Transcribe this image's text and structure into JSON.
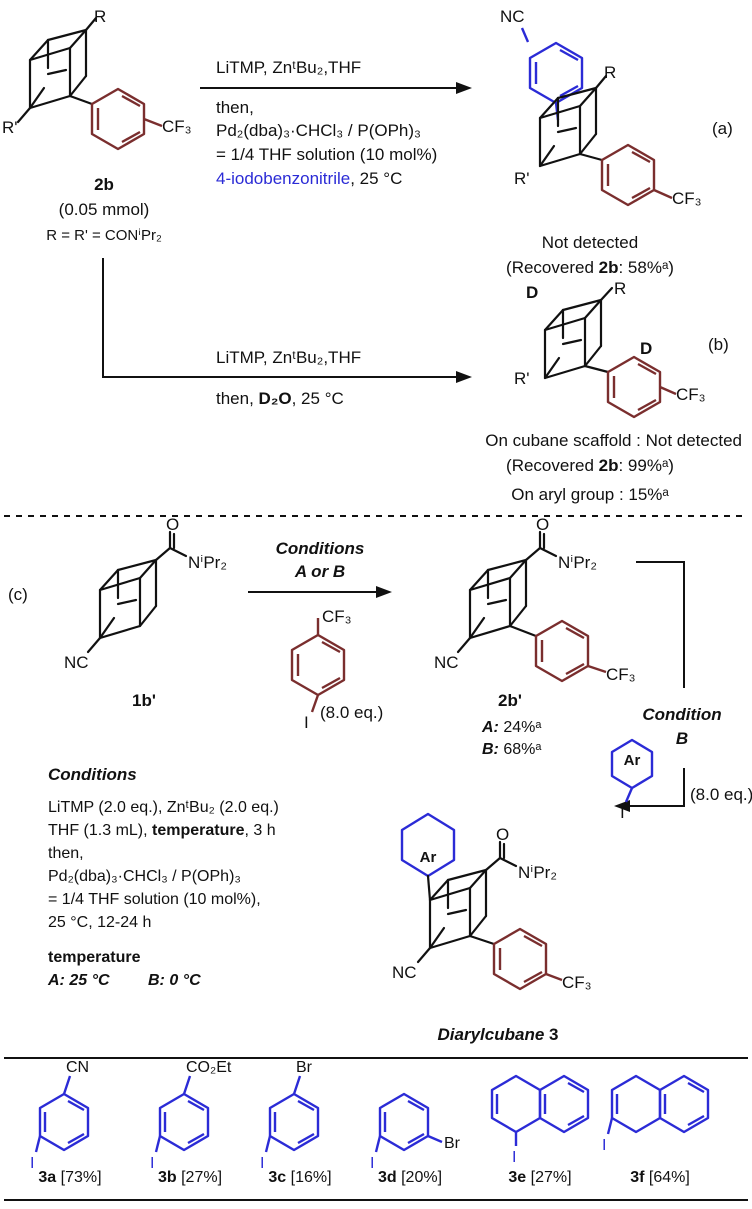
{
  "colors": {
    "maroon": "#7a2e2e",
    "blue": "#2b2bd6",
    "ink": "#111111"
  },
  "a": {
    "label": "(a)",
    "reagent1": "LiTMP, ZnᵗBu₂,THF",
    "reagent2": "then,",
    "reagent3": "Pd₂(dba)₃·CHCl₃ / P(OPh)₃",
    "reagent4": "= 1/4 THF solution (10 mol%)",
    "reagent5_blue": "4-iodobenzonitrile",
    "reagent5_rest": ", 25 °C",
    "result1": "Not detected",
    "result2_pre": "(Recovered ",
    "result2_bold": "2b",
    "result2_post": ": 58%ᵃ)"
  },
  "sm": {
    "name": "2b",
    "amount": "(0.05 mmol)",
    "rgroups": "R = R' = CONⁱPr₂",
    "R": "R",
    "Rp": "R'",
    "CF3": "CF₃"
  },
  "b": {
    "label": "(b)",
    "reagent1": "LiTMP, ZnᵗBu₂,THF",
    "reagent2_pre": "then, ",
    "reagent2_bold": "D₂O",
    "reagent2_post": ", 25 °C",
    "result1": "On cubane scaffold : Not detected",
    "result2_pre": "(Recovered ",
    "result2_bold": "2b",
    "result2_post": ": 99%ᵃ)",
    "result3": "On aryl group : 15%ᵃ",
    "D": "D"
  },
  "c": {
    "label": "(c)",
    "conditions_title": "Conditions",
    "conditions_sub": "A or B",
    "amide": "NⁱPr₂",
    "O": "O",
    "NC": "NC",
    "CF3": "CF₃",
    "I": "I",
    "eq": "(8.0 eq.)",
    "sm": "1b'",
    "product": "2b'",
    "yieldA_label": "A:",
    "yieldA": " 24%ᵃ",
    "yieldB_label": "B:",
    "yieldB": " 68%ᵃ",
    "condB_title": "Condition",
    "condB_sub": "B",
    "Ar": "Ar",
    "cond_block_title": "Conditions",
    "cond_line1": "LiTMP (2.0 eq.), ZnᵗBu₂ (2.0 eq.)",
    "cond_line2_pre": "THF (1.3 mL), ",
    "cond_line2_bold": "temperature",
    "cond_line2_post": ", 3 h",
    "cond_line3": "then,",
    "cond_line4": "Pd₂(dba)₃·CHCl₃ / P(OPh)₃",
    "cond_line5": "= 1/4 THF solution (10 mol%),",
    "cond_line6": "25 °C, 12-24 h",
    "temp_title": "temperature",
    "temp_A": "A: 25 °C",
    "temp_B": "B: 0 °C",
    "diaryl_name": "Diarylcubane",
    "diaryl_num": "3"
  },
  "scope": [
    {
      "id": "3a",
      "yield": "[73%]",
      "sub": "CN"
    },
    {
      "id": "3b",
      "yield": "[27%]",
      "sub": "CO₂Et"
    },
    {
      "id": "3c",
      "yield": "[16%]",
      "sub": "Br"
    },
    {
      "id": "3d",
      "yield": "[20%]",
      "sub": "Br"
    },
    {
      "id": "3e",
      "yield": "[27%]",
      "sub": ""
    },
    {
      "id": "3f",
      "yield": "[64%]",
      "sub": ""
    }
  ]
}
